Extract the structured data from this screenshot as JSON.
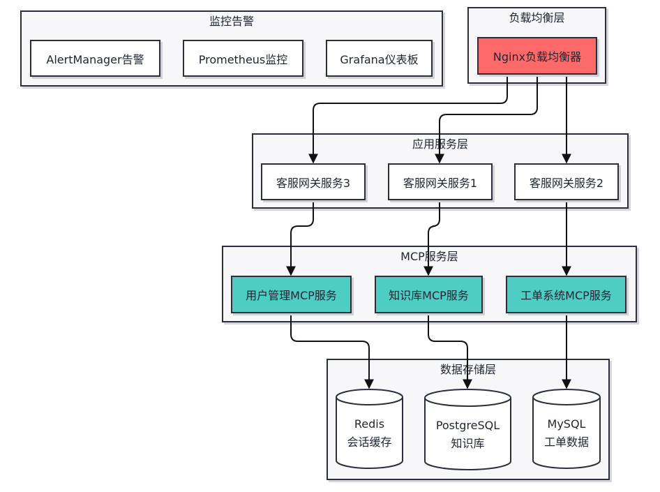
{
  "groups": {
    "monitoring": "监控告警",
    "load_balancer": "负载均衡层",
    "app": "应用服务层",
    "mcp": "MCP服务层",
    "storage": "数据存储层"
  },
  "nodes": {
    "alertmanager": "AlertManager告警",
    "prometheus": "Prometheus监控",
    "grafana": "Grafana仪表板",
    "nginx": "Nginx负载均衡器",
    "gateway3": "客服网关服务3",
    "gateway1": "客服网关服务1",
    "gateway2": "客服网关服务2",
    "user_mcp": "用户管理MCP服务",
    "kb_mcp": "知识库MCP服务",
    "ticket_mcp": "工单系统MCP服务"
  },
  "databases": {
    "redis": {
      "name": "Redis",
      "desc": "会话缓存"
    },
    "postgres": {
      "name": "PostgreSQL",
      "desc": "知识库"
    },
    "mysql": {
      "name": "MySQL",
      "desc": "工单数据"
    }
  },
  "colors": {
    "nginx": "#fe6a6a",
    "mcp_service": "#4ecdc4",
    "group_fill": "#f7f7fa",
    "stroke": "#2b2f3a"
  },
  "edges": [
    {
      "from": "nginx",
      "to": "gateway3"
    },
    {
      "from": "nginx",
      "to": "gateway1"
    },
    {
      "from": "nginx",
      "to": "gateway2"
    },
    {
      "from": "gateway3",
      "to": "user_mcp"
    },
    {
      "from": "gateway1",
      "to": "kb_mcp"
    },
    {
      "from": "gateway2",
      "to": "ticket_mcp"
    },
    {
      "from": "user_mcp",
      "to": "redis"
    },
    {
      "from": "kb_mcp",
      "to": "postgres"
    },
    {
      "from": "ticket_mcp",
      "to": "mysql"
    }
  ]
}
